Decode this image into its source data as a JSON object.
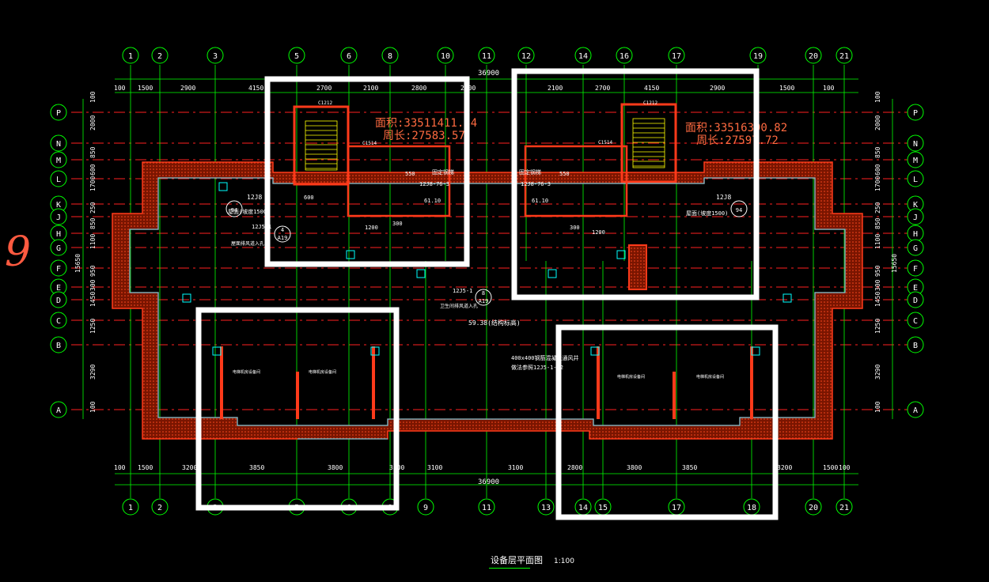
{
  "drawing": {
    "title": "设备层平面图",
    "scale": "1:100",
    "margin_mark": "9",
    "overall_dim": "36900",
    "grid_top": [
      "1",
      "2",
      "3",
      "5",
      "6",
      "8",
      "10",
      "11",
      "12",
      "14",
      "16",
      "17",
      "19",
      "20",
      "21"
    ],
    "grid_bottom": [
      "1",
      "2",
      "3",
      "5",
      "6",
      "8",
      "9",
      "11",
      "13",
      "14",
      "15",
      "17",
      "18",
      "20",
      "21"
    ],
    "grid_rows": [
      "P",
      "N",
      "M",
      "L",
      "K",
      "J",
      "H",
      "G",
      "F",
      "E",
      "D",
      "C",
      "B",
      "A"
    ],
    "top_dims": [
      "100",
      "1500",
      "2900",
      "4150",
      "2700",
      "2100",
      "2800",
      "2800",
      "2100",
      "2700",
      "4150",
      "2900",
      "1500",
      "100"
    ],
    "bottom_dims": [
      "100",
      "1500",
      "3200",
      "3850",
      "3800",
      "3200",
      "3100",
      "3100",
      "2800",
      "3800",
      "3850",
      "3200",
      "1500",
      "100"
    ],
    "left_dims": [
      "100",
      "2000",
      "850",
      "600",
      "1700",
      "250",
      "850",
      "1100",
      "950",
      "300",
      "1450",
      "1250",
      "3290",
      "100"
    ],
    "side_total": "15650",
    "left_annotations": {
      "area": "面积:33511411.34",
      "perimeter": "周长:27583.57",
      "slope_ref": "12J8",
      "roof_note": "屋面(坡度1500)",
      "drain_ref": "12J5-1",
      "drain_note": "屋面排风道入孔",
      "detail_a": "94",
      "detail_b": "4",
      "sheet": "A19",
      "elev": "61.10",
      "equip": "固定钢梯",
      "stair_ref": "12J8-76-3",
      "win_top": "C1212",
      "win_mid": "C1514",
      "d1200": "1200",
      "d300": "300",
      "d600": "600",
      "d550": "550"
    },
    "right_annotations": {
      "area": "面积:33516390.82",
      "perimeter": "周长:27597.72",
      "slope_ref": "12J8",
      "roof_note": "屋面(坡度1500)",
      "detail_a": "94",
      "elev": "61.10",
      "equip": "固定钢梯",
      "stair_ref": "12J8-76-3",
      "win_top": "C1212",
      "win_mid": "C1514"
    },
    "center_annotations": {
      "ref": "12J5-1",
      "detail": "8",
      "sheet": "A19",
      "note": "卫生间排风道入孔",
      "elev": "59.38(结构标高)",
      "hatch_note_1": "400x400钢筋混凝土通风井",
      "hatch_note_2": "做法参照12J5-1-C2"
    },
    "room_labels": [
      "电梯机房设备间",
      "电梯机房设备间",
      "电梯机房设备间",
      "电梯机房设备间"
    ],
    "colors": {
      "grid_axis": "#00ff00",
      "wall": "#ff3a1a",
      "dim": "#00ff00",
      "text_red": "#ff6a40",
      "stair": "#ffff00",
      "highlight": "#ffffff",
      "detail": "#00ffff"
    }
  }
}
